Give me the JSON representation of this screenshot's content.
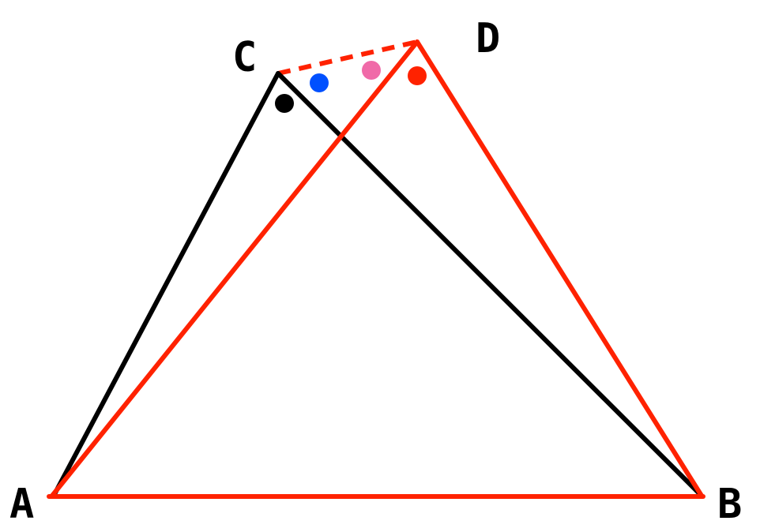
{
  "labels": {
    "a": "A",
    "b": "B",
    "c": "C",
    "d": "D"
  },
  "colors": {
    "black_triangle": "#000000",
    "red_triangle": "#ff2200",
    "dashed_segment": "#ff2200",
    "angle_marker_c": "#000000",
    "angle_marker_blue": "#0050ff",
    "angle_marker_pink": "#f06aa8",
    "angle_marker_d": "#ff2200",
    "label_text": "#000000"
  }
}
